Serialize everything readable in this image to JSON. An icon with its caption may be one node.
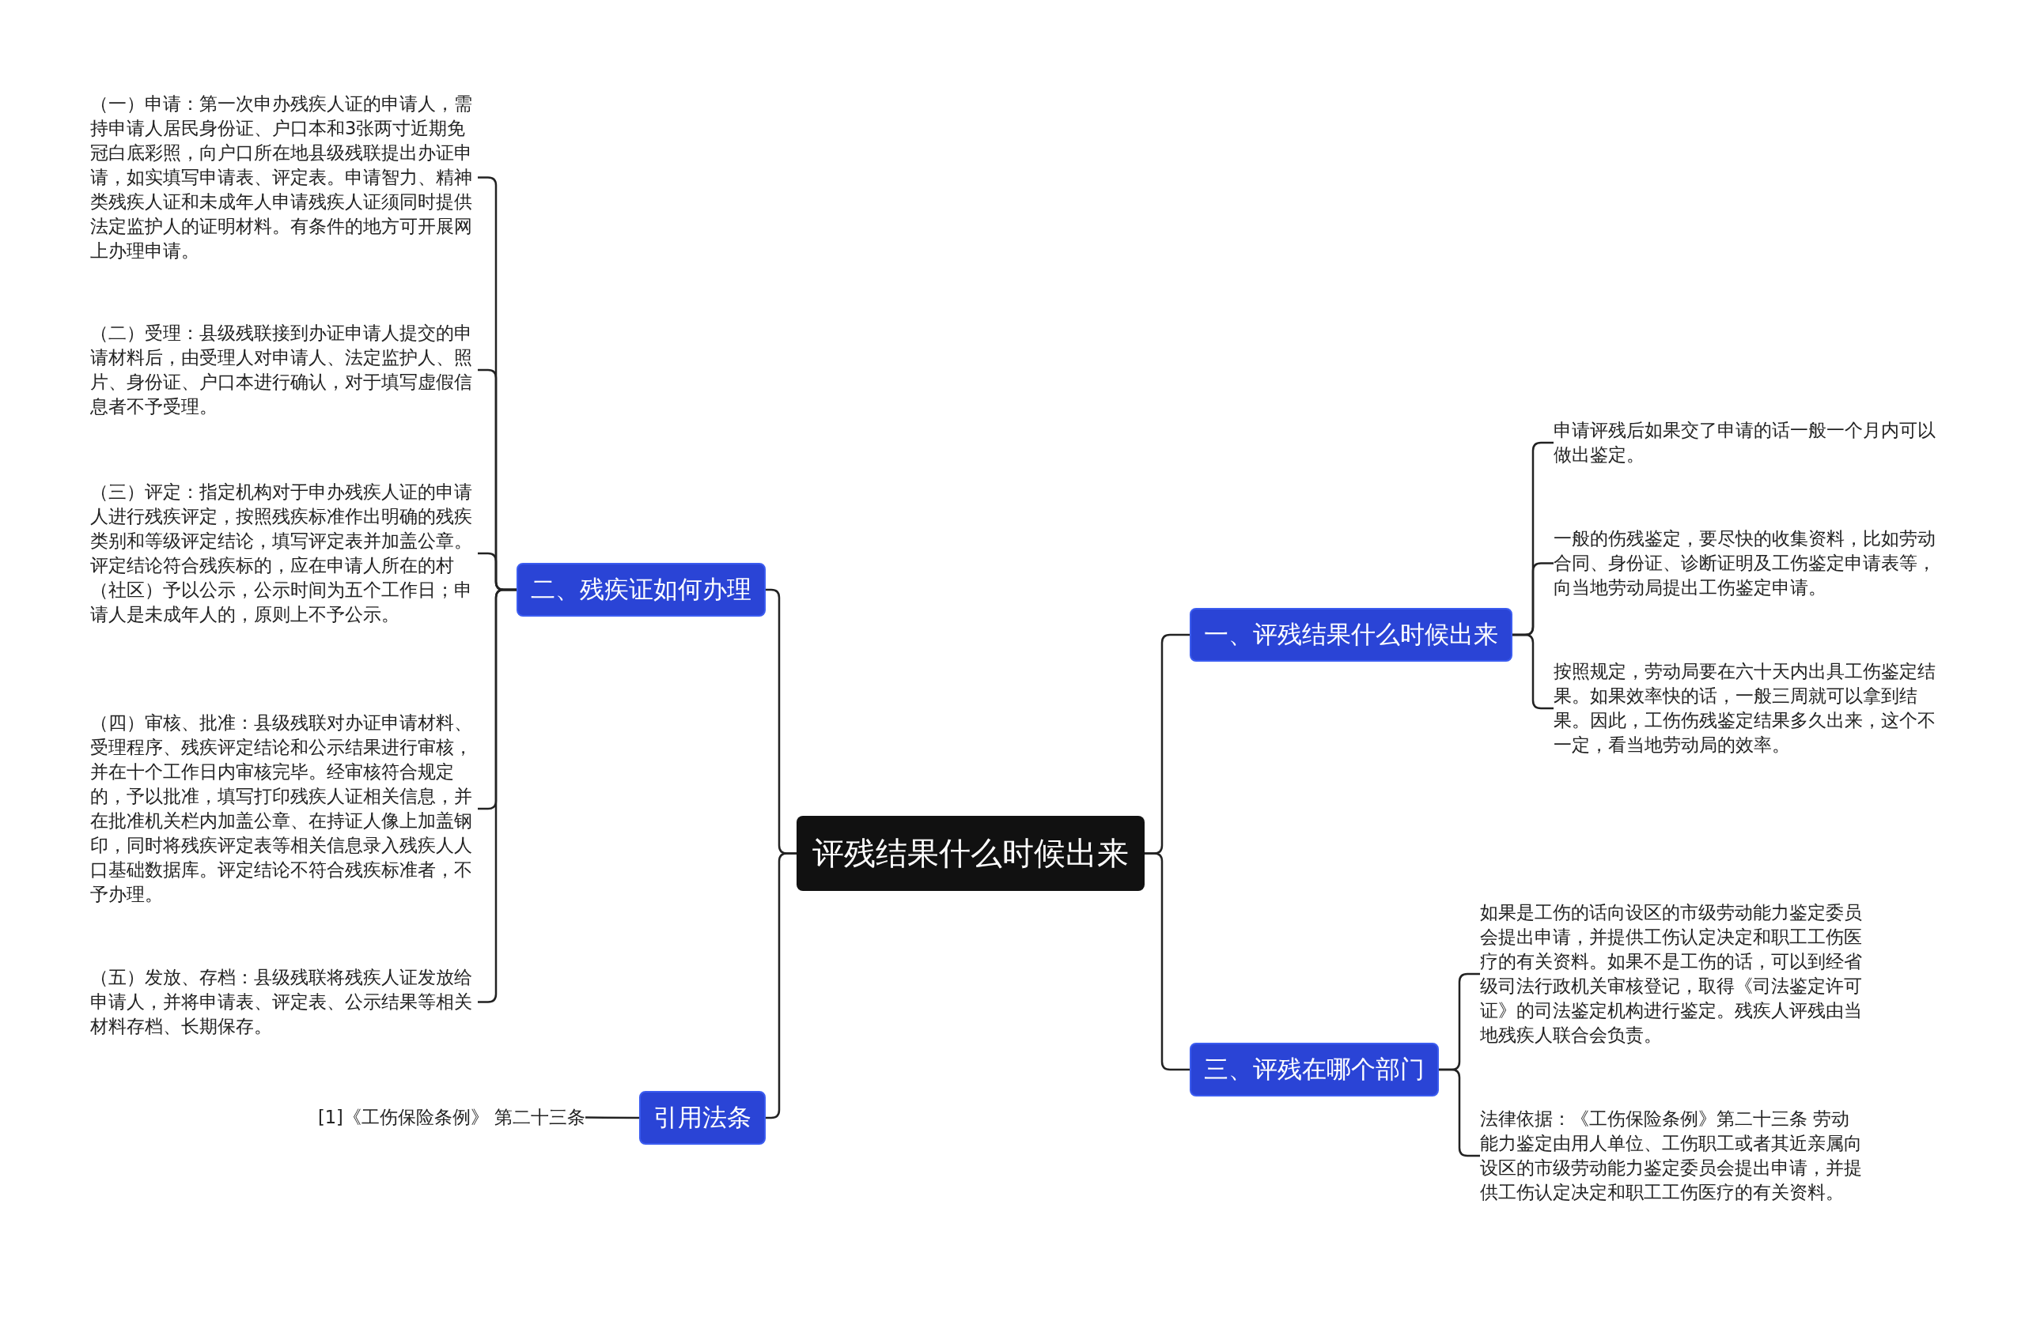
{
  "diagram": {
    "nodes": [
      {
        "text": [
          "评残结果什么时候出来"
        ]
      },
      {
        "text": [
          "二、残疾证如何办理"
        ]
      },
      {
        "text": [
          "（一）申请：第一次申办残疾人证的申请人，需持申请人居民身份证、户口本和3张两寸近期免冠白底彩照，向户口所在地县级残联提出办证申请，如实填写申请表、评定表。申请智力、精神类残疾人证和未成年人申请残疾人证须同时提供法定监护人的证明材料。有条件的地方可开展网上办理申请。"
        ]
      },
      {
        "text": [
          "（二）受理：县级残联接到办证申请人提交的申请材料后，由受理人对申请人、法定监护人、照片、身份证、户口本进行确认，对于填写虚假信息者不予受理。"
        ]
      },
      {
        "text": [
          "（三）评定：指定机构对于申办残疾人证的申请人进行残疾评定，按照残疾标准作出明确的残疾类别和等级评定结论，填写评定表并加盖公章。评定结论符合残疾标的，应在申请人所在的村（社区）予以公示，公示时间为五个工作日；申请人是未成年人的，原则上不予公示。"
        ]
      },
      {
        "text": [
          "（四）审核、批准：县级残联对办证申请材料、受理程序、残疾评定结论和公示结果进行审核，并在十个工作日内审核完毕。经审核符合规定的，予以批准，填写打印残疾人证相关信息，并在批准机关栏内加盖公章、在持证人像上加盖钢印，同时将残疾评定表等相关信息录入残疾人人口基础数据库。评定结论不符合残疾标准者，不予办理。"
        ]
      },
      {
        "text": [
          "（五）发放、存档：县级残联将残疾人证发放给申请人，并将申请表、评定表、公示结果等相关材料存档、长期保存。"
        ]
      },
      {
        "text": [
          "引用法条"
        ]
      },
      {
        "text": [
          "[1]《工伤保险条例》 第二十三条"
        ]
      },
      {
        "text": [
          "一、评残结果什么时候出来"
        ]
      },
      {
        "text": [
          "申请评残后如果交了申请的话一般一个月内可以做出鉴定。"
        ]
      },
      {
        "text": [
          "一般的伤残鉴定，要尽快的收集资料，比如劳动合同、身份证、诊断证明及工伤鉴定申请表等，向当地劳动局提出工伤鉴定申请。"
        ]
      },
      {
        "text": [
          "按照规定，劳动局要在六十天内出具工伤鉴定结果。如果效率快的话，一般三周就可以拿到结果。因此，工伤伤残鉴定结果多久出来，这个不一定，看当地劳动局的效率。"
        ]
      },
      {
        "text": [
          "三、评残在哪个部门"
        ]
      },
      {
        "text": [
          "如果是工伤的话向设区的市级劳动能力鉴定委员会提出申请，并提供工伤认定决定和职工工伤医疗的有关资料。如果不是工伤的话，可以到经省级司法行政机关审核登记，取得《司法鉴定许可证》的司法鉴定机构进行鉴定。残疾人评残由当地残疾人联合会负责。"
        ]
      },
      {
        "text": [
          "法律依据：《工伤保险条例》第二十三条 劳动能力鉴定由用人单位、工伤职工或者其近亲属向设区的市级劳动能力鉴定委员会提出申请，并提供工伤认定决定和职工工伤医疗的有关资料。"
        ]
      }
    ],
    "edges": [
      {
        "from": 0,
        "to": 1,
        "arrow": "none"
      },
      {
        "from": 1,
        "to": 2,
        "arrow": "none"
      },
      {
        "from": 1,
        "to": 3,
        "arrow": "none"
      },
      {
        "from": 1,
        "to": 4,
        "arrow": "none"
      },
      {
        "from": 1,
        "to": 5,
        "arrow": "none"
      },
      {
        "from": 1,
        "to": 6,
        "arrow": "none"
      },
      {
        "from": 0,
        "to": 7,
        "arrow": "none"
      },
      {
        "from": 7,
        "to": 8,
        "arrow": "none"
      },
      {
        "from": 0,
        "to": 9,
        "arrow": "none"
      },
      {
        "from": 9,
        "to": 10,
        "arrow": "none"
      },
      {
        "from": 9,
        "to": 11,
        "arrow": "none"
      },
      {
        "from": 9,
        "to": 12,
        "arrow": "none"
      },
      {
        "from": 0,
        "to": 13,
        "arrow": "none"
      },
      {
        "from": 13,
        "to": 14,
        "arrow": "none"
      },
      {
        "from": 13,
        "to": 15,
        "arrow": "none"
      }
    ]
  }
}
